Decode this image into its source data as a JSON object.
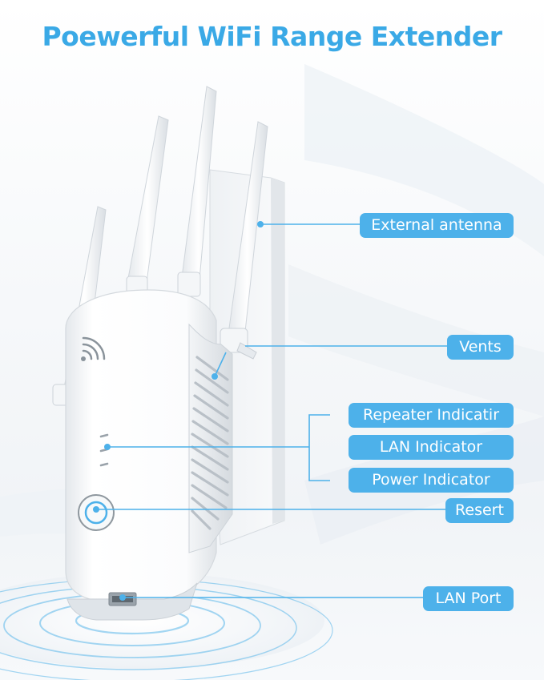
{
  "headline": "Poewerful WiFi Range Extender",
  "labels": {
    "external_antenna": "External antenna",
    "vents": "Vents",
    "repeater_indicator": "Repeater Indicatir",
    "lan_indicator": "LAN Indicator",
    "power_indicator": "Power Indicator",
    "reset": "Resert",
    "lan_port": "LAN Port"
  },
  "colors": {
    "accent": "#3aa9e6",
    "pill": "#4db1ea",
    "leader_line": "#4db1ea",
    "device_body": "#ffffff"
  },
  "icons": {
    "wifi_logo": "wifi-signal-icon",
    "reset_button": "power-button-icon",
    "ethernet": "ethernet-port-icon"
  }
}
